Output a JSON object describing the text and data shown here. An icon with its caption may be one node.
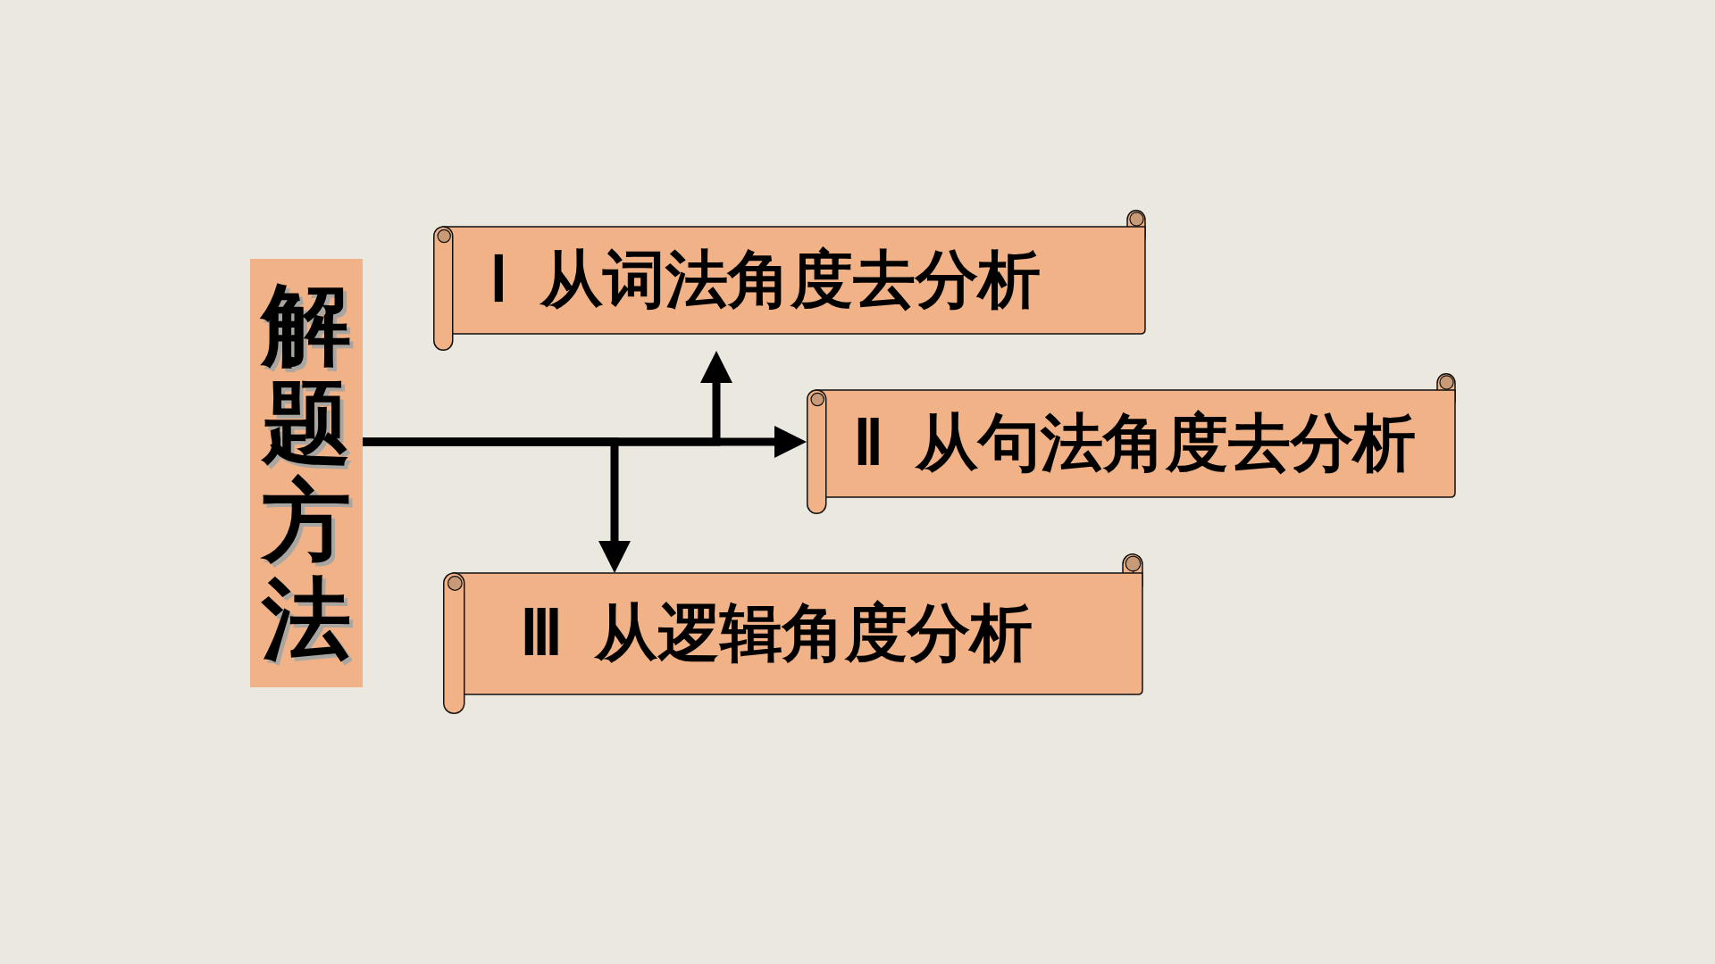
{
  "diagram": {
    "nodes": [
      {
        "text": [
          "解题方法"
        ]
      },
      {
        "text": [
          "Ⅰ 从词法角度去分析"
        ]
      },
      {
        "text": [
          "Ⅱ 从句法角度去分析"
        ]
      },
      {
        "text": [
          "Ⅲ 从逻辑角度分析"
        ]
      }
    ],
    "edges": [
      {
        "from": 0,
        "to": 1,
        "arrow": "to"
      },
      {
        "from": 0,
        "to": 2,
        "arrow": "to"
      },
      {
        "from": 0,
        "to": 3,
        "arrow": "to"
      }
    ]
  }
}
